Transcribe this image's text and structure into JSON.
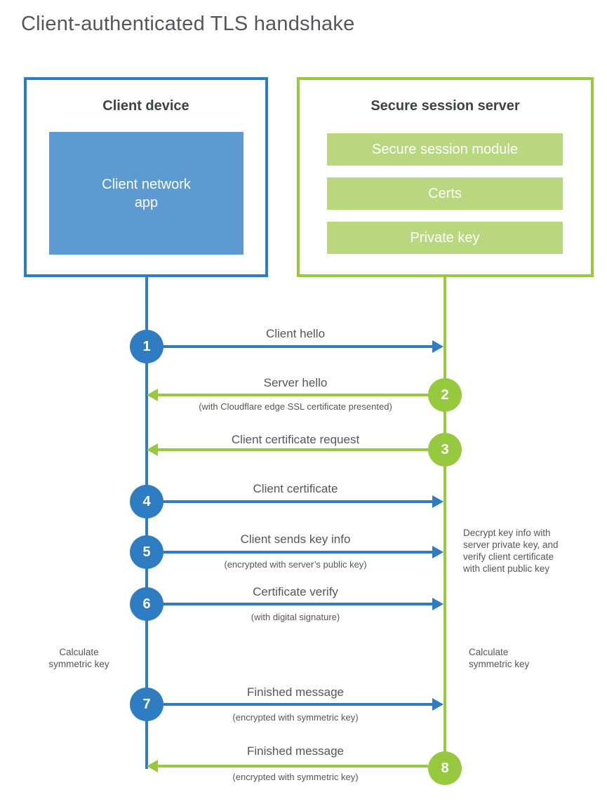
{
  "title": "Client-authenticated TLS handshake",
  "colors": {
    "blue": "#2e7cc1",
    "blue_light": "#5d9ad2",
    "green": "#97c93f",
    "green_light": "#b9d77f",
    "text_gray": "#55565a"
  },
  "client_box": {
    "title": "Client device",
    "inner_label": "Client network\napp"
  },
  "server_box": {
    "title": "Secure session server",
    "modules": [
      {
        "label": "Secure session module"
      },
      {
        "label": "Certs"
      },
      {
        "label": "Private key"
      }
    ]
  },
  "steps": [
    {
      "num": "1",
      "label": "Client hello",
      "sub": "",
      "direction": "right",
      "actor": "client"
    },
    {
      "num": "2",
      "label": "Server hello",
      "sub": "(with Cloudflare edge SSL certificate presented)",
      "direction": "left",
      "actor": "server"
    },
    {
      "num": "3",
      "label": "Client certificate request",
      "sub": "",
      "direction": "left",
      "actor": "server"
    },
    {
      "num": "4",
      "label": "Client certificate",
      "sub": "",
      "direction": "right",
      "actor": "client"
    },
    {
      "num": "5",
      "label": "Client sends key info",
      "sub": "(encrypted with server’s public key)",
      "direction": "right",
      "actor": "client"
    },
    {
      "num": "6",
      "label": "Certificate verify",
      "sub": "(with digital signature)",
      "direction": "right",
      "actor": "client"
    },
    {
      "num": "7",
      "label": "Finished message",
      "sub": "(encrypted with symmetric key)",
      "direction": "right",
      "actor": "client"
    },
    {
      "num": "8",
      "label": "Finished message",
      "sub": "(encrypted with symmetric key)",
      "direction": "left",
      "actor": "server"
    }
  ],
  "annotations": {
    "server_note": "Decrypt key info with\nserver private key, and\nverify client certificate\nwith client public key",
    "calc_left": "Calculate\nsymmetric key",
    "calc_right": "Calculate\nsymmetric key"
  }
}
